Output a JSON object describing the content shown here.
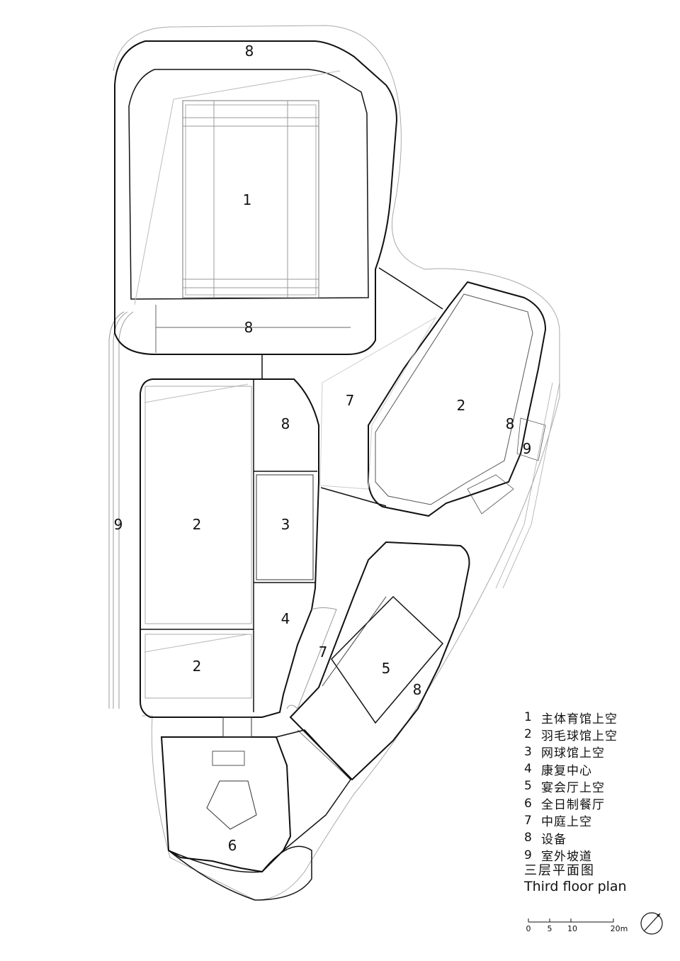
{
  "zones": [
    {
      "id": "1-main-hall",
      "label": "1"
    },
    {
      "id": "8-top",
      "label": "8"
    },
    {
      "id": "8-below-hall",
      "label": "8"
    },
    {
      "id": "2-left-upper",
      "label": "2"
    },
    {
      "id": "8-left-mid",
      "label": "8"
    },
    {
      "id": "3-tennis",
      "label": "3"
    },
    {
      "id": "4-rehab",
      "label": "4"
    },
    {
      "id": "2-left-lower",
      "label": "2"
    },
    {
      "id": "9-left-ramp",
      "label": "9"
    },
    {
      "id": "7-upper-atrium",
      "label": "7"
    },
    {
      "id": "7-lower-atrium",
      "label": "7"
    },
    {
      "id": "2-right",
      "label": "2"
    },
    {
      "id": "8-right",
      "label": "8"
    },
    {
      "id": "9-right-ramp",
      "label": "9"
    },
    {
      "id": "5-banquet",
      "label": "5"
    },
    {
      "id": "8-banquet",
      "label": "8"
    },
    {
      "id": "6-dining",
      "label": "6"
    }
  ],
  "legend": [
    {
      "num": "1",
      "text": "主体育馆上空"
    },
    {
      "num": "2",
      "text": "羽毛球馆上空"
    },
    {
      "num": "3",
      "text": "网球馆上空"
    },
    {
      "num": "4",
      "text": "康复中心"
    },
    {
      "num": "5",
      "text": "宴会厅上空"
    },
    {
      "num": "6",
      "text": "全日制餐厅"
    },
    {
      "num": "7",
      "text": "中庭上空"
    },
    {
      "num": "8",
      "text": "设备"
    },
    {
      "num": "9",
      "text": "室外坡道"
    }
  ],
  "title": {
    "cn": "三层平面图",
    "en": "Third floor plan"
  },
  "scale": {
    "labels": [
      "0",
      "5",
      "10",
      "20m"
    ]
  },
  "icons": {
    "north_arrow": "north-arrow-icon"
  },
  "colors": {
    "line": "#111111",
    "thin": "#999999",
    "background": "#ffffff"
  }
}
